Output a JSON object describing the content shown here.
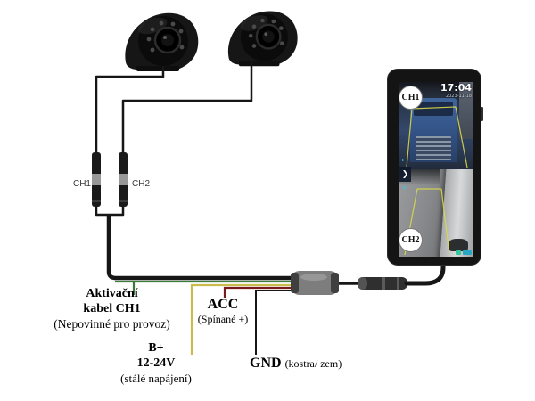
{
  "connectors": {
    "ch1_label": "CH1",
    "ch2_label": "CH2"
  },
  "monitor": {
    "time": "17:04",
    "date": "2023-11-18",
    "view1_badge": "CH1",
    "view2_badge": "CH2",
    "menu_arrow": "❯",
    "icon_above_arrow": "▸",
    "icon_below_arrow": "≡"
  },
  "labels": {
    "activation": {
      "line1": "Aktivační",
      "line2": "kabel CH1",
      "note": "(Nepovinné pro provoz)"
    },
    "acc": {
      "title": "ACC",
      "note": "(Spínané +)"
    },
    "power": {
      "title": "B+",
      "voltage": "12-24V",
      "note": "(stálé napájení)"
    },
    "ground": {
      "title": "GND",
      "note": "(kostra/ zem)"
    }
  },
  "colors": {
    "activation_wire": "#3c7a3c",
    "power_wire": "#c9bc4c",
    "acc_wire": "#7a1b1b",
    "ground_wire": "#161616",
    "cable": "#161616",
    "guide_line": "#d8d84a",
    "status_green": "#35c79e",
    "status_teal": "#27a7c4"
  }
}
